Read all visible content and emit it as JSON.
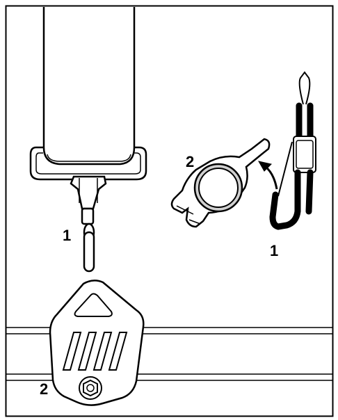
{
  "callouts": {
    "strap_part": "1",
    "clip_part": "2",
    "hook_part": "1",
    "mount_part": "2"
  },
  "colors": {
    "line": "#000000",
    "fill": "#ffffff",
    "ring_fill": "#d0d0d0"
  }
}
